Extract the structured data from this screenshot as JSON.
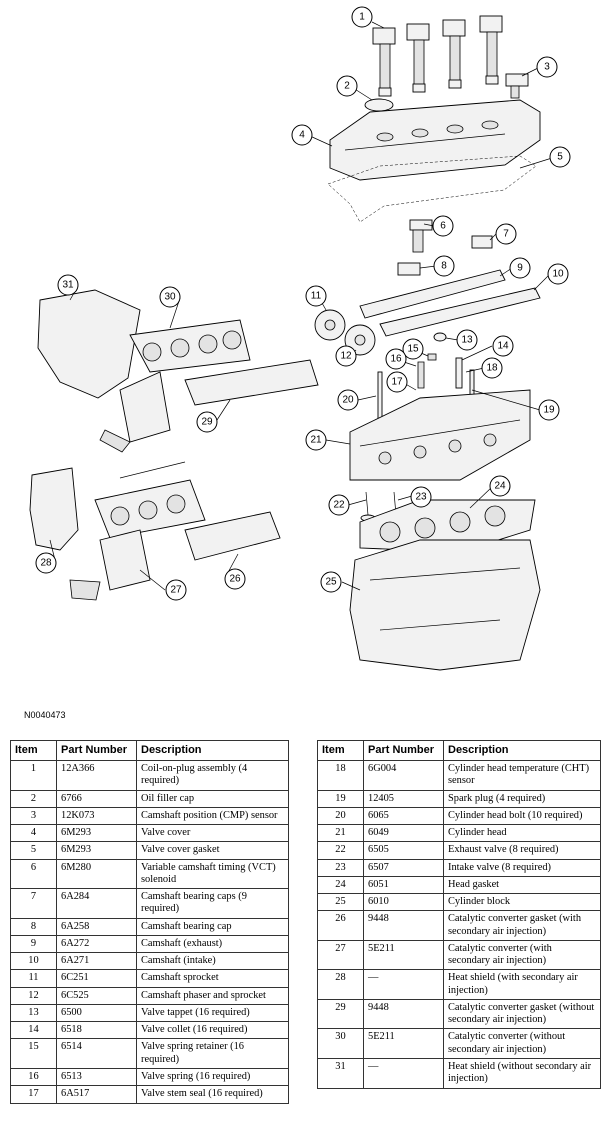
{
  "diagram": {
    "figure_id": "N0040473",
    "callouts": [
      "1",
      "2",
      "3",
      "4",
      "5",
      "6",
      "7",
      "8",
      "9",
      "10",
      "11",
      "12",
      "13",
      "14",
      "15",
      "16",
      "17",
      "18",
      "19",
      "20",
      "21",
      "22",
      "23",
      "24",
      "25",
      "26",
      "27",
      "28",
      "29",
      "30",
      "31"
    ]
  },
  "table": {
    "headers": {
      "item": "Item",
      "part_number": "Part Number",
      "description": "Description"
    },
    "left_rows": [
      {
        "item": "1",
        "part": "12A366",
        "desc": "Coil-on-plug assembly (4 required)"
      },
      {
        "item": "2",
        "part": "6766",
        "desc": "Oil filler cap"
      },
      {
        "item": "3",
        "part": "12K073",
        "desc": "Camshaft position (CMP) sensor"
      },
      {
        "item": "4",
        "part": "6M293",
        "desc": "Valve cover"
      },
      {
        "item": "5",
        "part": "6M293",
        "desc": "Valve cover gasket"
      },
      {
        "item": "6",
        "part": "6M280",
        "desc": "Variable camshaft timing (VCT) solenoid"
      },
      {
        "item": "7",
        "part": "6A284",
        "desc": "Camshaft bearing caps (9 required)"
      },
      {
        "item": "8",
        "part": "6A258",
        "desc": "Camshaft bearing cap"
      },
      {
        "item": "9",
        "part": "6A272",
        "desc": "Camshaft (exhaust)"
      },
      {
        "item": "10",
        "part": "6A271",
        "desc": "Camshaft (intake)"
      },
      {
        "item": "11",
        "part": "6C251",
        "desc": "Camshaft sprocket"
      },
      {
        "item": "12",
        "part": "6C525",
        "desc": "Camshaft phaser and sprocket"
      },
      {
        "item": "13",
        "part": "6500",
        "desc": "Valve tappet (16 required)"
      },
      {
        "item": "14",
        "part": "6518",
        "desc": "Valve collet (16 required)"
      },
      {
        "item": "15",
        "part": "6514",
        "desc": "Valve spring retainer (16 required)"
      },
      {
        "item": "16",
        "part": "6513",
        "desc": "Valve spring (16 required)"
      },
      {
        "item": "17",
        "part": "6A517",
        "desc": "Valve stem seal (16 required)"
      }
    ],
    "right_rows": [
      {
        "item": "18",
        "part": "6G004",
        "desc": "Cylinder head temperature (CHT) sensor"
      },
      {
        "item": "19",
        "part": "12405",
        "desc": "Spark plug (4 required)"
      },
      {
        "item": "20",
        "part": "6065",
        "desc": "Cylinder head bolt (10 required)"
      },
      {
        "item": "21",
        "part": "6049",
        "desc": "Cylinder head"
      },
      {
        "item": "22",
        "part": "6505",
        "desc": "Exhaust valve (8 required)"
      },
      {
        "item": "23",
        "part": "6507",
        "desc": "Intake valve (8 required)"
      },
      {
        "item": "24",
        "part": "6051",
        "desc": "Head gasket"
      },
      {
        "item": "25",
        "part": "6010",
        "desc": "Cylinder block"
      },
      {
        "item": "26",
        "part": "9448",
        "desc": "Catalytic converter gasket (with secondary air injection)"
      },
      {
        "item": "27",
        "part": "5E211",
        "desc": "Catalytic converter (with secondary air injection)"
      },
      {
        "item": "28",
        "part": "—",
        "desc": "Heat shield (with secondary air injection)"
      },
      {
        "item": "29",
        "part": "9448",
        "desc": "Catalytic converter gasket (without secondary air injection)"
      },
      {
        "item": "30",
        "part": "5E211",
        "desc": "Catalytic converter (without secondary air injection)"
      },
      {
        "item": "31",
        "part": "—",
        "desc": "Heat shield (without secondary air injection)"
      }
    ]
  }
}
